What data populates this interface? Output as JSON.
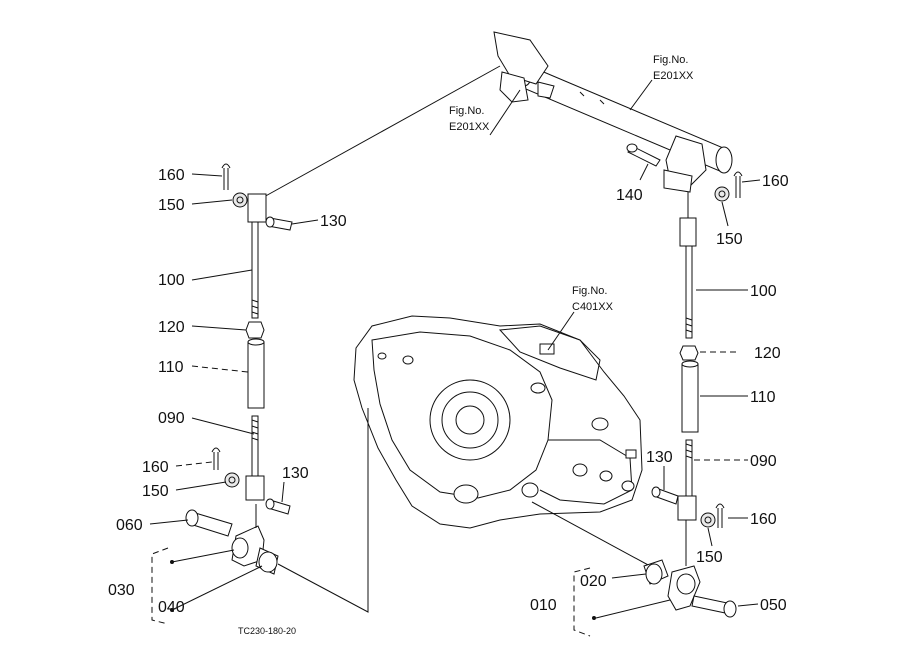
{
  "diagram": {
    "drawing_code": "TC230-180-20",
    "figure_refs": [
      {
        "label": "Fig.No.",
        "code": "E201XX"
      },
      {
        "label": "Fig.No.",
        "code": "E201XX"
      },
      {
        "label": "Fig.No.",
        "code": "C401XX"
      }
    ],
    "left_linkage": {
      "p160_top": "160",
      "p150_top": "150",
      "p130_top": "130",
      "p100": "100",
      "p120": "120",
      "p110": "110",
      "p090": "090",
      "p160_bot": "160",
      "p150_bot": "150",
      "p130_bot": "130",
      "p060": "060",
      "p030": "030",
      "p040": "040"
    },
    "right_linkage": {
      "p160_top": "160",
      "p150_top": "150",
      "p140": "140",
      "p100": "100",
      "p120": "120",
      "p110": "110",
      "p090": "090",
      "p130": "130",
      "p160_bot": "160",
      "p150_bot": "150",
      "p010": "010",
      "p020": "020",
      "p050": "050"
    }
  }
}
